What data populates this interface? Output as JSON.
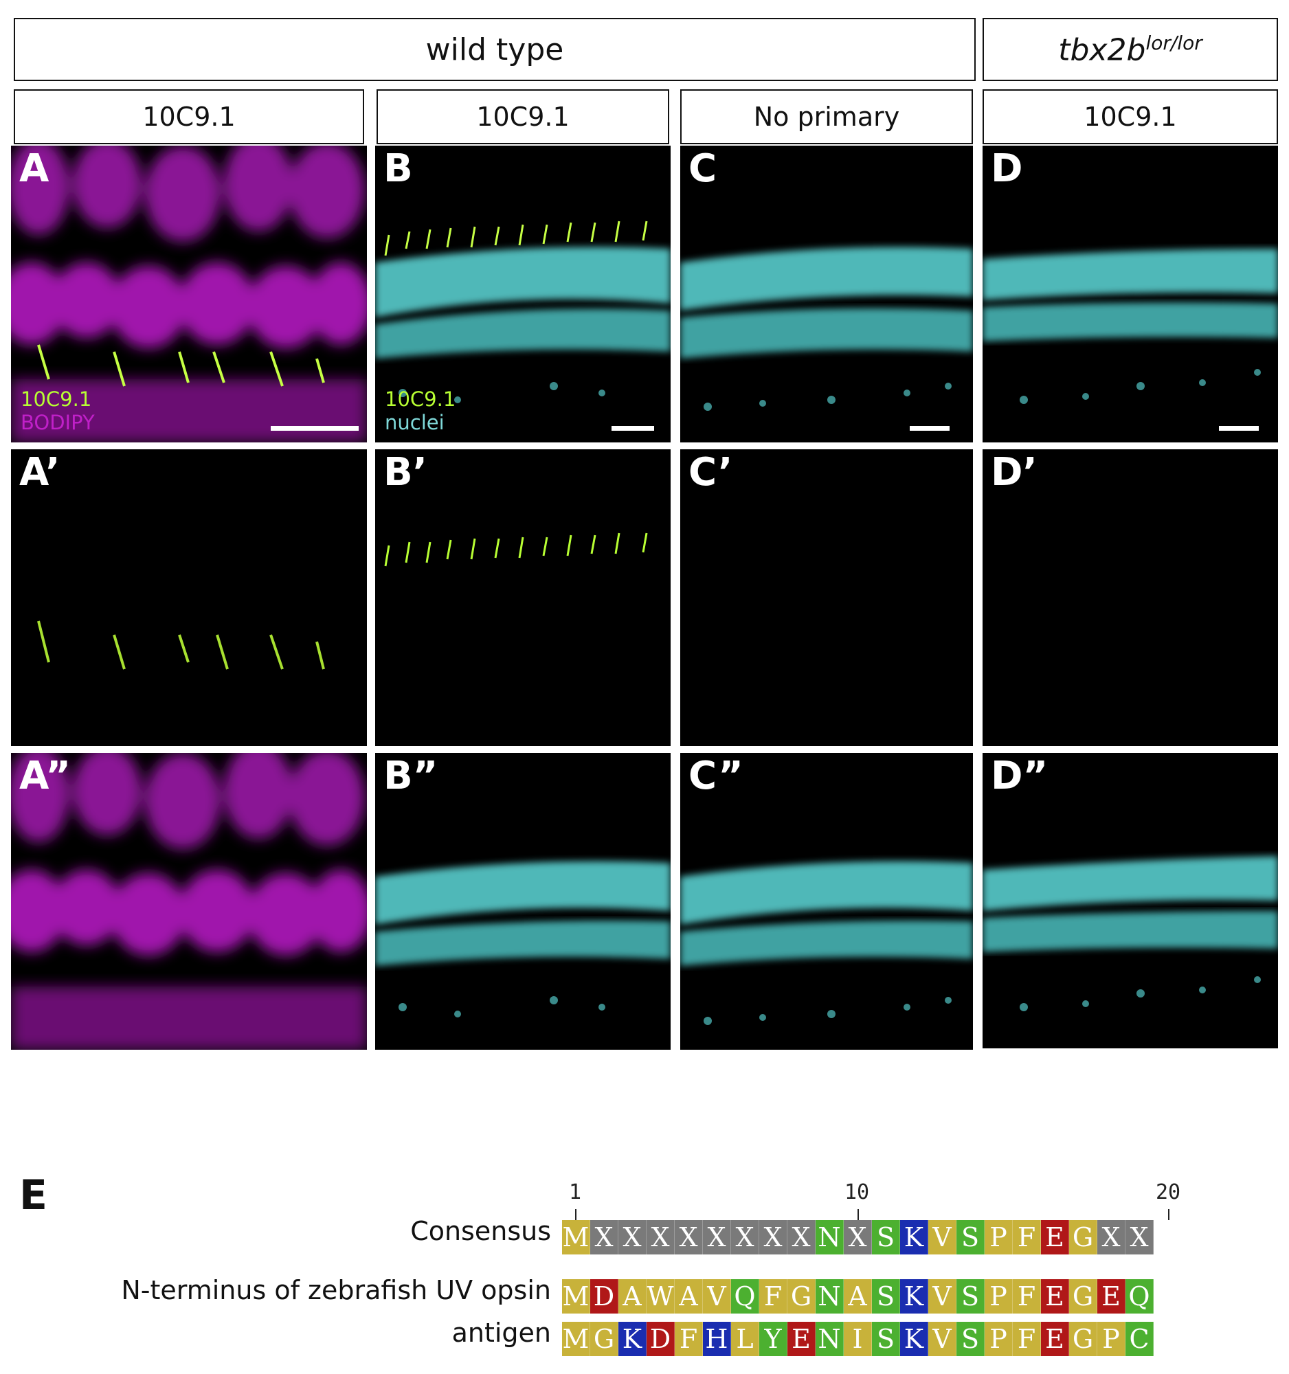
{
  "headers": {
    "wild_type": "wild type",
    "mutant_gene": "tbx2b",
    "mutant_sup": "lor/lor",
    "col_A": "10C9.1",
    "col_B": "10C9.1",
    "col_C": "No primary",
    "col_D": "10C9.1"
  },
  "panel_labels": {
    "A": "A",
    "B": "B",
    "C": "C",
    "D": "D",
    "A1": "A’",
    "B1": "B’",
    "C1": "C’",
    "D1": "D’",
    "A2": "A”",
    "B2": "B”",
    "C2": "C”",
    "D2": "D”",
    "E": "E"
  },
  "legends": {
    "A_line1": "10C9.1",
    "A_line2": "BODIPY",
    "B_line1": "10C9.1",
    "B_line2": "nuclei"
  },
  "colors": {
    "antibody_green": "#b8ff33",
    "bodipy_magenta": "#a010b0",
    "nuclei_cyan": "#5fc8c8"
  },
  "alignment": {
    "ticks": [
      "1",
      "10",
      "20"
    ],
    "rows": [
      {
        "label": "Consensus",
        "sequence": "MXXXXXXXXNXSKVSPFEGXX"
      },
      {
        "label": "N-terminus of zebrafish UV opsin",
        "sequence": "MDAWAVQFGNASKVSPFEGEQ"
      },
      {
        "label": "antigen",
        "sequence": "MGKDFHLYENISKVSPFEGPC"
      }
    ],
    "residue_colors": {
      "X": "#7a7a7a",
      "M": "#c8b23a",
      "D": "#b01818",
      "E": "#b01818",
      "K": "#1a2db0",
      "H": "#1a2db0",
      "N": "#4cb030",
      "Q": "#4cb030",
      "S": "#4cb030",
      "C": "#4cb030",
      "Y": "#4cb030",
      "A": "#c8b23a",
      "V": "#c8b23a",
      "F": "#c8b23a",
      "G": "#c8b23a",
      "P": "#c8b23a",
      "W": "#c8b23a",
      "L": "#c8b23a",
      "I": "#c8b23a"
    }
  }
}
